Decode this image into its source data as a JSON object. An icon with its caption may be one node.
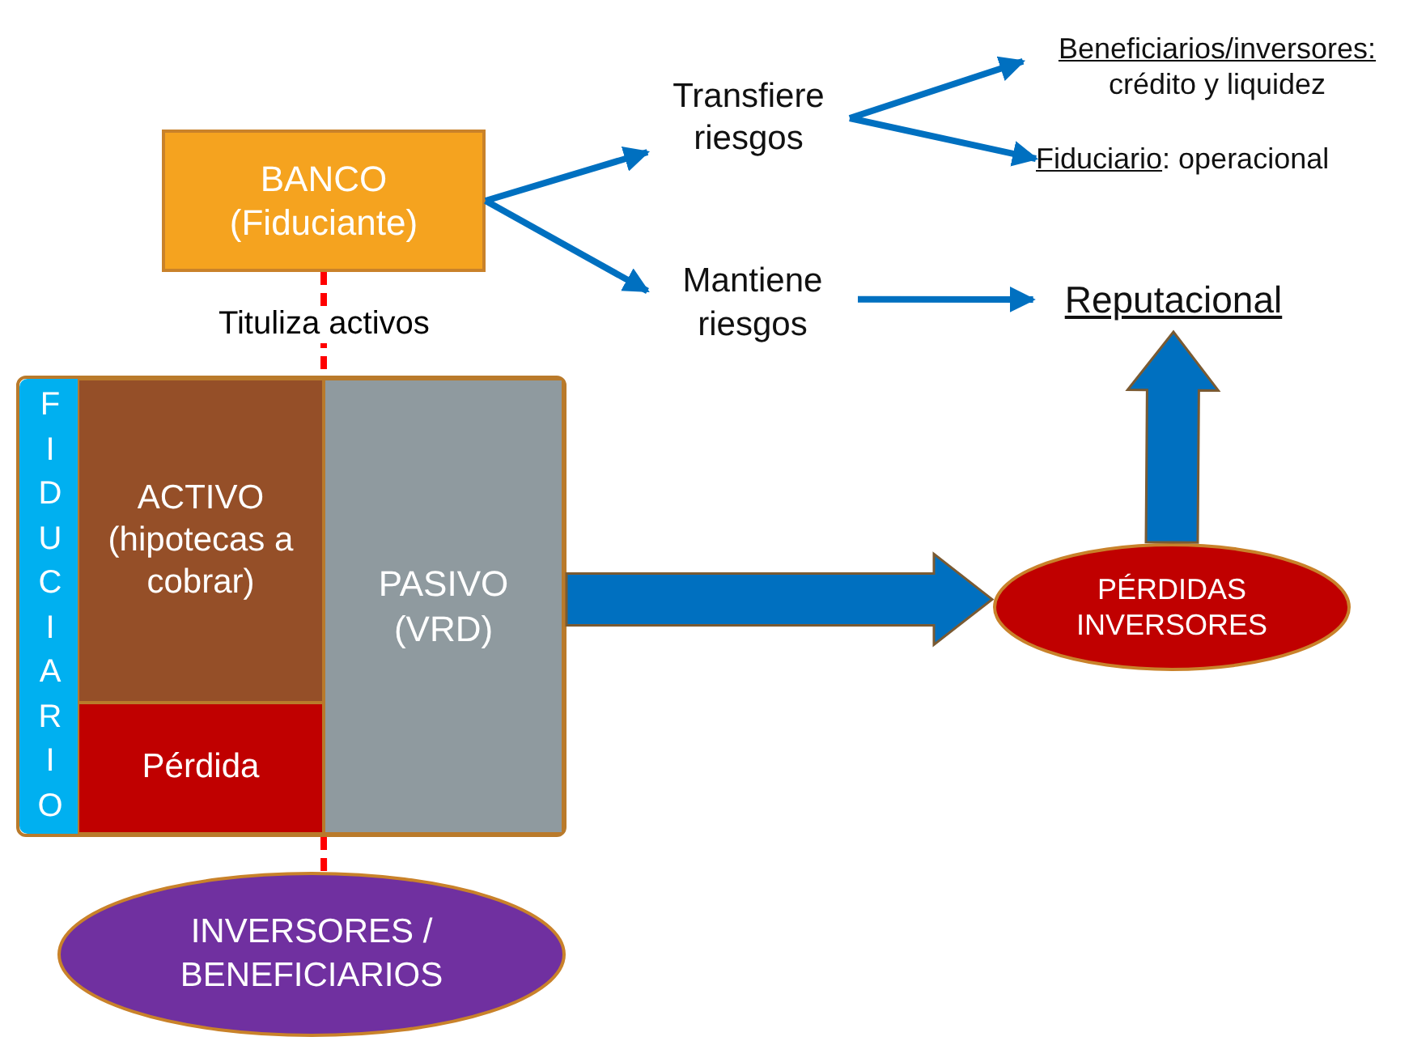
{
  "diagram": {
    "nodes": [
      {
        "text": [
          "BANCO (Fiduciante)"
        ]
      },
      {
        "text": [
          "Transfiere riesgos"
        ]
      },
      {
        "text": [
          "Mantiene riesgos"
        ]
      },
      {
        "text": [
          "Beneficiarios/inversores:",
          "crédito y liquidez"
        ]
      },
      {
        "text": [
          "Fiduciario",
          ": operacional"
        ]
      },
      {
        "text": [
          "Reputacional"
        ]
      },
      {
        "text": [],
        "shape": "box"
      },
      {
        "text": [
          "FIDUCIARIO"
        ],
        "in": 6
      },
      {
        "text": [
          "ACTIVO (hipotecas a cobrar)"
        ],
        "in": 6
      },
      {
        "text": [
          "Pérdida"
        ],
        "in": 6
      },
      {
        "text": [
          "PASIVO (VRD)"
        ],
        "in": 6
      },
      {
        "text": [
          "PÉRDIDAS INVERSORES"
        ]
      },
      {
        "text": [
          "INVERSORES / BENEFICIARIOS"
        ]
      }
    ],
    "edges": [
      {
        "from": 0,
        "to": 1,
        "arrow": "to"
      },
      {
        "from": 0,
        "to": 2,
        "arrow": "to"
      },
      {
        "from": 1,
        "to": 3,
        "arrow": "to"
      },
      {
        "from": 1,
        "to": 4,
        "arrow": "to"
      },
      {
        "from": 2,
        "to": 5,
        "arrow": "to"
      },
      {
        "from": 0,
        "to": 6,
        "arrow": "none",
        "style": "dashed",
        "color": "#ff0000",
        "label": "Tituliza activos"
      },
      {
        "from": 6,
        "to": 12,
        "arrow": "none",
        "style": "dashed",
        "color": "#ff0000"
      },
      {
        "from": 6,
        "to": 11,
        "arrow": "to",
        "style": "thick"
      },
      {
        "from": 11,
        "to": 5,
        "arrow": "to",
        "style": "thick"
      }
    ]
  }
}
